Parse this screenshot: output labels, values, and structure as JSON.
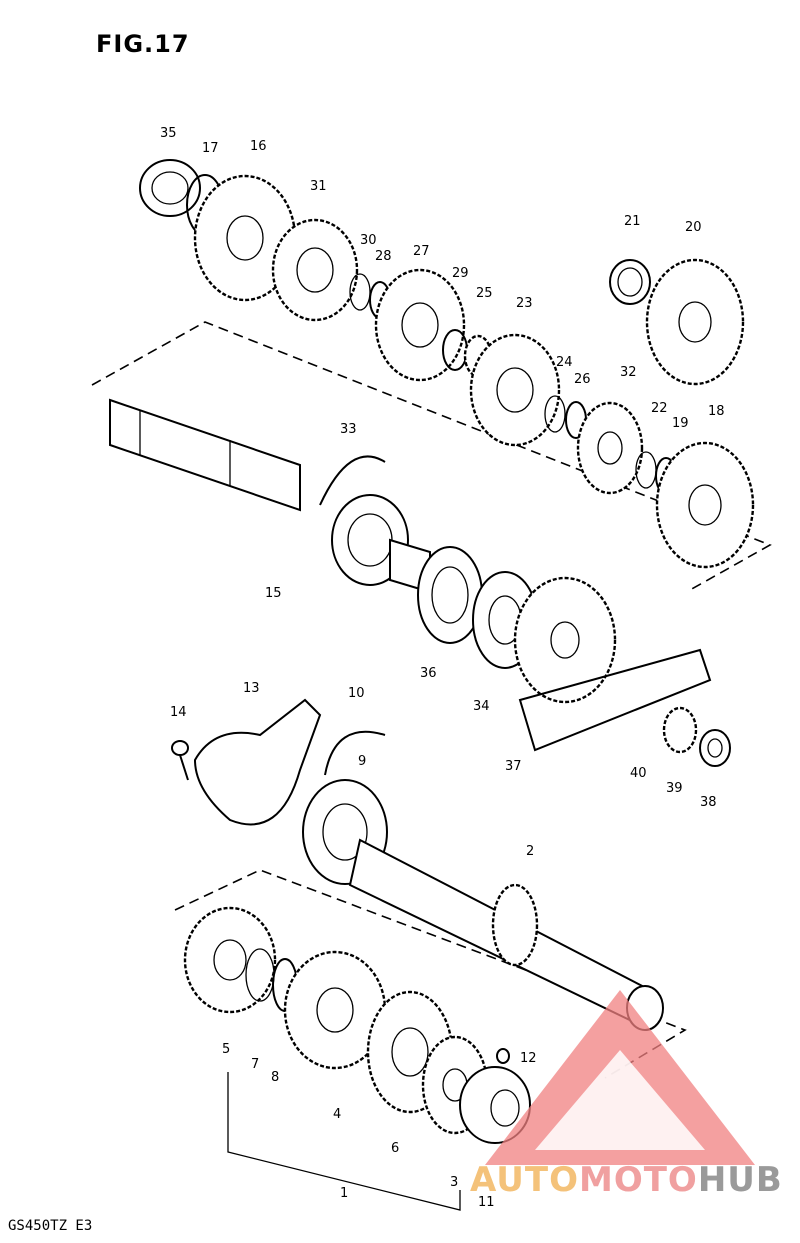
{
  "figure": {
    "title": "FIG.17",
    "model": "GS450TZ E3"
  },
  "watermark": {
    "part1": "AUTO",
    "part2": "MOTO",
    "part3": "HUB"
  },
  "colors": {
    "ink": "#000000",
    "watermark_red": "#f08080",
    "watermark_orange": "#f4c27a",
    "watermark_gray": "#9a9a9a"
  },
  "callouts": {
    "c35": "35",
    "c17": "17",
    "c16": "16",
    "c31": "31",
    "c30": "30",
    "c28": "28",
    "c27": "27",
    "c29": "29",
    "c25": "25",
    "c23": "23",
    "c21": "21",
    "c20": "20",
    "c24": "24",
    "c26": "26",
    "c32": "32",
    "c22": "22",
    "c19": "19",
    "c18": "18",
    "c33": "33",
    "c15": "15",
    "c36": "36",
    "c34": "34",
    "c37": "37",
    "c40": "40",
    "c39": "39",
    "c38": "38",
    "c13": "13",
    "c14": "14",
    "c10": "10",
    "c9": "9",
    "c2": "2",
    "c12": "12",
    "c5": "5",
    "c7": "7",
    "c8": "8",
    "c4": "4",
    "c6": "6",
    "c3": "3",
    "c1": "1",
    "c11": "11"
  }
}
